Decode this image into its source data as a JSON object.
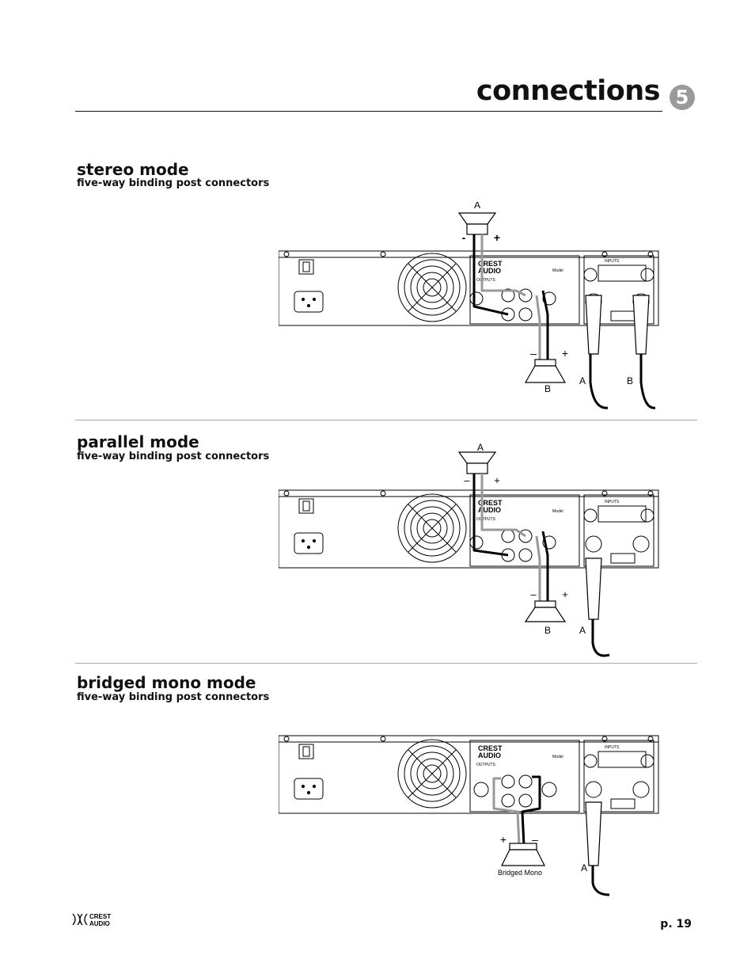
{
  "header": {
    "title": "connections",
    "chapter_number": "5"
  },
  "sections": [
    {
      "title": "stereo mode",
      "subtitle": "five-way binding post connectors",
      "labels": {
        "speaker_a": "A",
        "speaker_b": "B",
        "minus_a": "-",
        "plus_a": "+",
        "minus_b": "–",
        "plus_b": "+",
        "input_a": "A",
        "input_b": "B"
      }
    },
    {
      "title": "parallel mode",
      "subtitle": "five-way binding post connectors",
      "labels": {
        "speaker_a": "A",
        "speaker_b": "B",
        "minus_a": "–",
        "plus_a": "+",
        "minus_b": "–",
        "plus_b": "+",
        "input_a": "A"
      }
    },
    {
      "title": "bridged mono mode",
      "subtitle": "five-way binding post connectors",
      "labels": {
        "plus": "+",
        "minus": "–",
        "speaker": "Bridged Mono",
        "input_a": "A"
      }
    }
  ],
  "panel_labels": {
    "brand_line1": "CREST",
    "brand_line2": "AUDIO",
    "inputs": "INPUTS",
    "outputs": "OUTPUTS",
    "model": "Model"
  },
  "footer": {
    "logo_line1": "CREST",
    "logo_line2": "AUDIO",
    "page": "p. 19"
  }
}
